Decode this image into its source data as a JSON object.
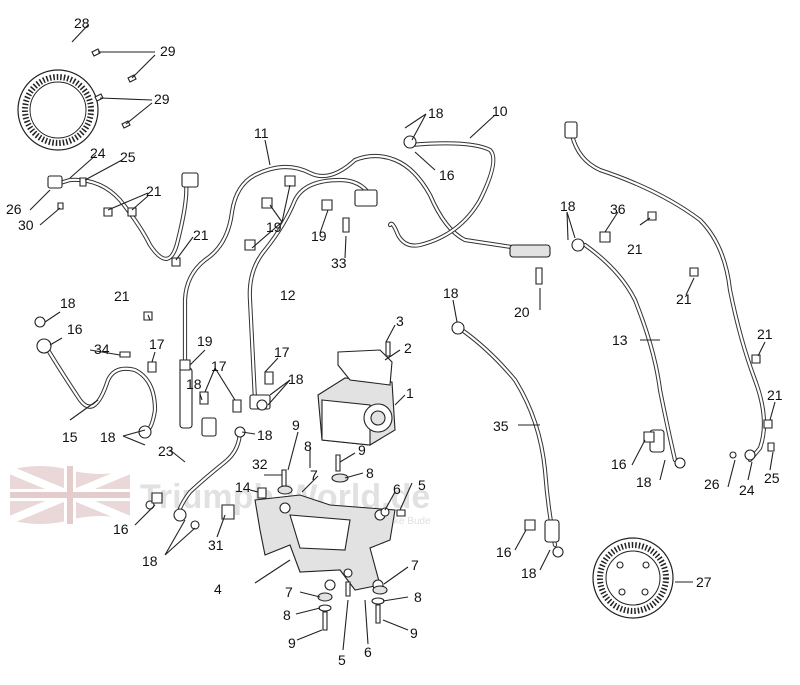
{
  "watermark": {
    "brand": "Triumph-World.de",
    "tagline": "powered by Moros Bike Bude"
  },
  "callouts": [
    "1",
    "2",
    "3",
    "4",
    "5",
    "6",
    "7",
    "8",
    "9",
    "10",
    "11",
    "12",
    "13",
    "14",
    "15",
    "16",
    "17",
    "18",
    "19",
    "20",
    "21",
    "23",
    "24",
    "25",
    "26",
    "27",
    "28",
    "29",
    "30",
    "31",
    "32",
    "33",
    "34",
    "35",
    "36"
  ]
}
